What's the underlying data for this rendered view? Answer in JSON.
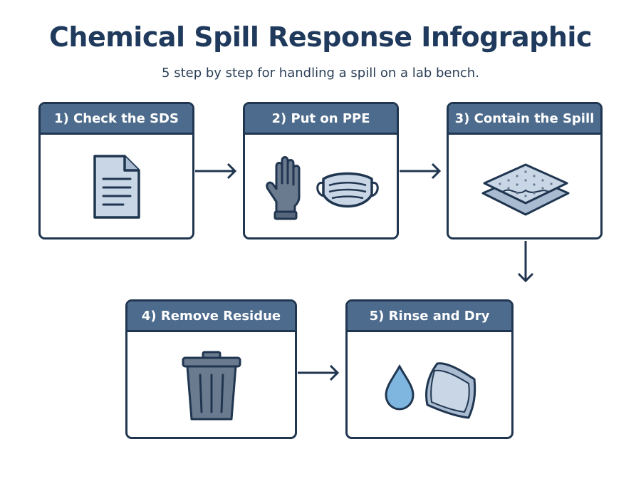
{
  "header": {
    "title": "Chemical Spill Response Infographic",
    "subtitle": "5 step by step for handling a spill on a lab bench."
  },
  "steps": [
    {
      "label": "1) Check the SDS",
      "icon": "document-icon"
    },
    {
      "label": "2) Put on PPE",
      "icon": "glove-and-mask-icon"
    },
    {
      "label": "3) Contain the Spill",
      "icon": "absorbent-pad-icon"
    },
    {
      "label": "4) Remove Residue",
      "icon": "trash-can-icon"
    },
    {
      "label": "5) Rinse and Dry",
      "icon": "water-drop-and-cloth-icon"
    }
  ],
  "colors": {
    "header_fill": "#4d6b8d",
    "outline": "#203650",
    "title_text": "#1f3a5c",
    "icon_fill": "#c9d6e6",
    "drop_fill": "#7eb6e0"
  }
}
